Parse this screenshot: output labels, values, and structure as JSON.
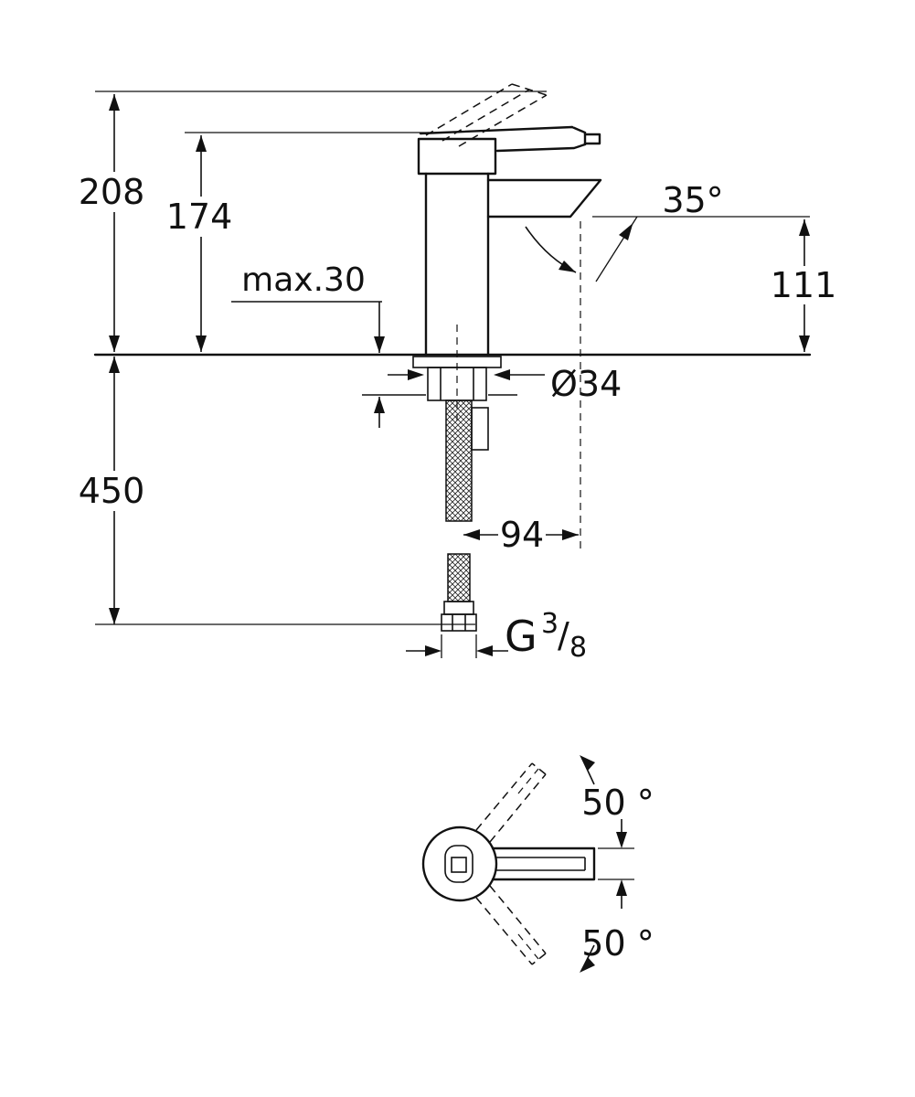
{
  "drawing": {
    "type": "technical-dimension-drawing",
    "subject": "single-lever basin faucet, side elevation and plan view",
    "labels": {
      "height_total": "208",
      "height_body": "174",
      "deck_max": "max.30",
      "spout_angle": "35°",
      "outlet_height": "111",
      "hose_length": "450",
      "hole_diameter": "Ø34",
      "projection": "94",
      "thread_prefix": "G",
      "thread_numerator": "3",
      "thread_slash": "/",
      "thread_denominator": "8",
      "swivel_upper": "50 °",
      "swivel_lower": "50 °"
    },
    "colors": {
      "line": "#111111",
      "background": "#ffffff"
    }
  }
}
